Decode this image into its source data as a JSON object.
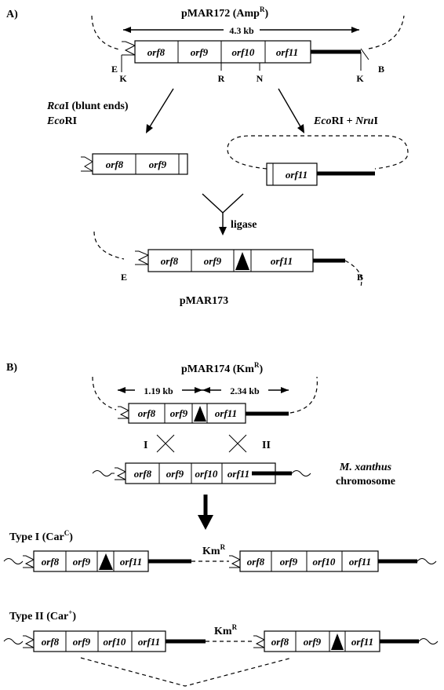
{
  "panel_a": {
    "label": "A)",
    "plasmid1": {
      "name": "pMAR172",
      "marker": "Amp",
      "marker_sup": "R",
      "size": "4.3 kb"
    },
    "orfs": [
      "orf8",
      "orf9",
      "orf10",
      "orf11"
    ],
    "sites": {
      "E": "E",
      "K": "K",
      "R": "R",
      "N": "N",
      "B": "B"
    },
    "digest_left": {
      "enzyme1": "Rca",
      "enzyme1_suffix": "I (blunt ends)",
      "enzyme2": "Eco",
      "enzyme2_suffix": "RI"
    },
    "digest_right": {
      "enzyme1": "Eco",
      "enzyme1_suffix": "RI + ",
      "enzyme2": "Nru",
      "enzyme2_suffix": "I"
    },
    "ligase": "ligase",
    "plasmid2": "pMAR173"
  },
  "panel_b": {
    "label": "B)",
    "plasmid": {
      "name": "pMAR174",
      "marker": "Km",
      "marker_sup": "R"
    },
    "size_left": "1.19 kb",
    "size_right": "2.34 kb",
    "crossover1": "I",
    "crossover2": "II",
    "organism": "M. xanthus",
    "chromosome": "chromosome",
    "type1": {
      "label": "Type I (Car",
      "sup": "C",
      "close": ")"
    },
    "type2": {
      "label": "Type II (Car",
      "sup": "+",
      "close": ")"
    },
    "km": "Km",
    "km_sup": "R"
  }
}
